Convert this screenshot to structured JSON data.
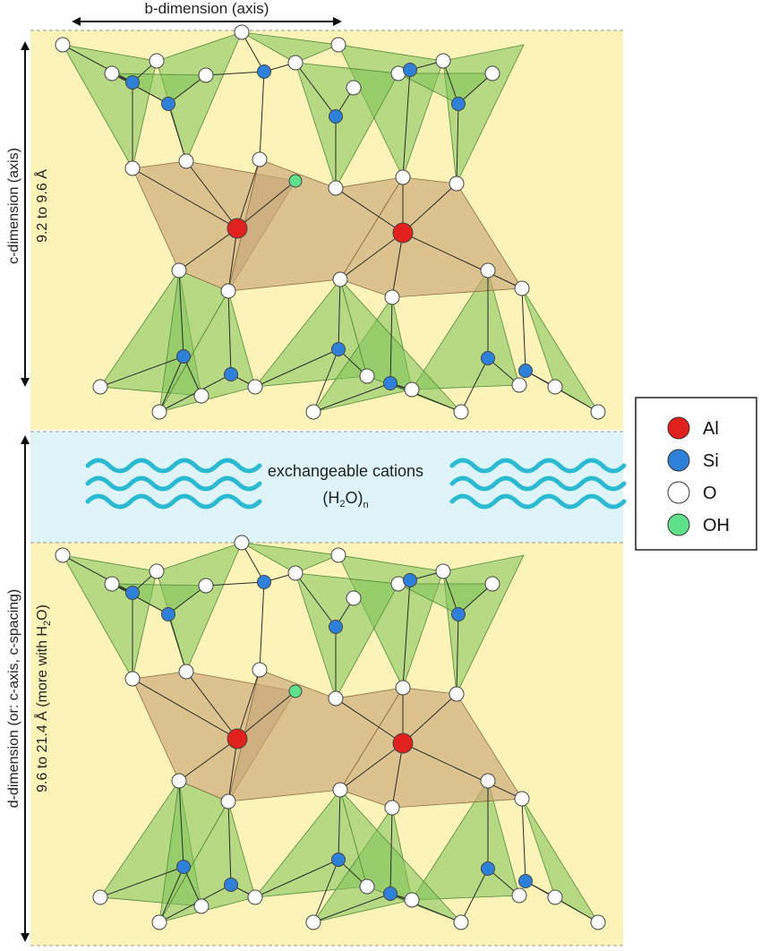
{
  "axes": {
    "b_dimension": "b-dimension (axis)",
    "c_dimension": "c-dimension (axis)",
    "c_range": "9.2 to 9.6 Å",
    "d_dimension": "d-dimension (or: c-axis, c-spacing)",
    "d_range_prefix": "9.6 to 21.4 Å (more with H",
    "d_range_sub": "2",
    "d_range_suffix": "O)"
  },
  "interlayer": {
    "line1": "exchangeable cations",
    "line2_prefix": "(H",
    "line2_sub1": "2",
    "line2_mid": "O)",
    "line2_sub2": "n"
  },
  "legend": {
    "items": [
      {
        "symbol": "Al",
        "color": "#e0211d"
      },
      {
        "symbol": "Si",
        "color": "#2f80d8"
      },
      {
        "symbol": "O",
        "color": "#ffffff"
      },
      {
        "symbol": "OH",
        "color": "#5fe08a"
      }
    ]
  },
  "colors": {
    "layer_bg": "#fbf3b8",
    "interlayer_bg": "#def4f8",
    "tetrahedra": "#7fc25a",
    "octahedra": "#c9a77a",
    "waves": "#2bbad1"
  }
}
